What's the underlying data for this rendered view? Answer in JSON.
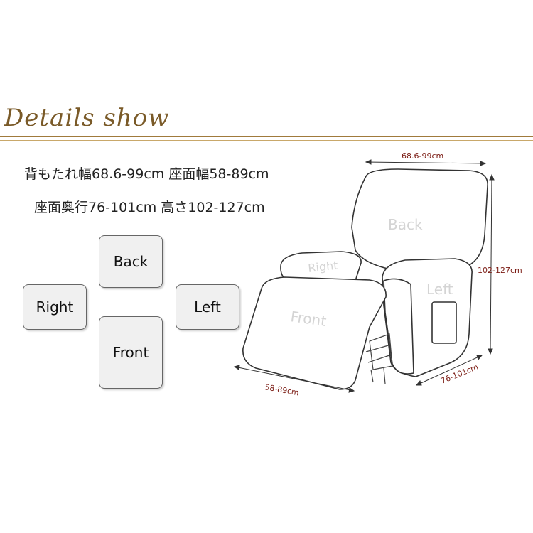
{
  "header": {
    "title": "Details show"
  },
  "specs": {
    "line1": "背もたれ幅68.6-99cm 座面幅58-89cm",
    "line2": "座面奥行76-101cm 高さ102-127cm"
  },
  "pieces": {
    "back": "Back",
    "right": "Right",
    "left": "Left",
    "front": "Front"
  },
  "diagram": {
    "width_top": "68.6-99cm",
    "height_label": "102-127cm",
    "depth_label": "76-101cm",
    "seat_width_label": "58-89cm",
    "part_back": "Back",
    "part_right": "Right",
    "part_left": "Left",
    "part_front": "Front"
  },
  "colors": {
    "title": "#7a5a28",
    "rule": "#a07a3c",
    "dimension_text": "#7a1a12"
  }
}
